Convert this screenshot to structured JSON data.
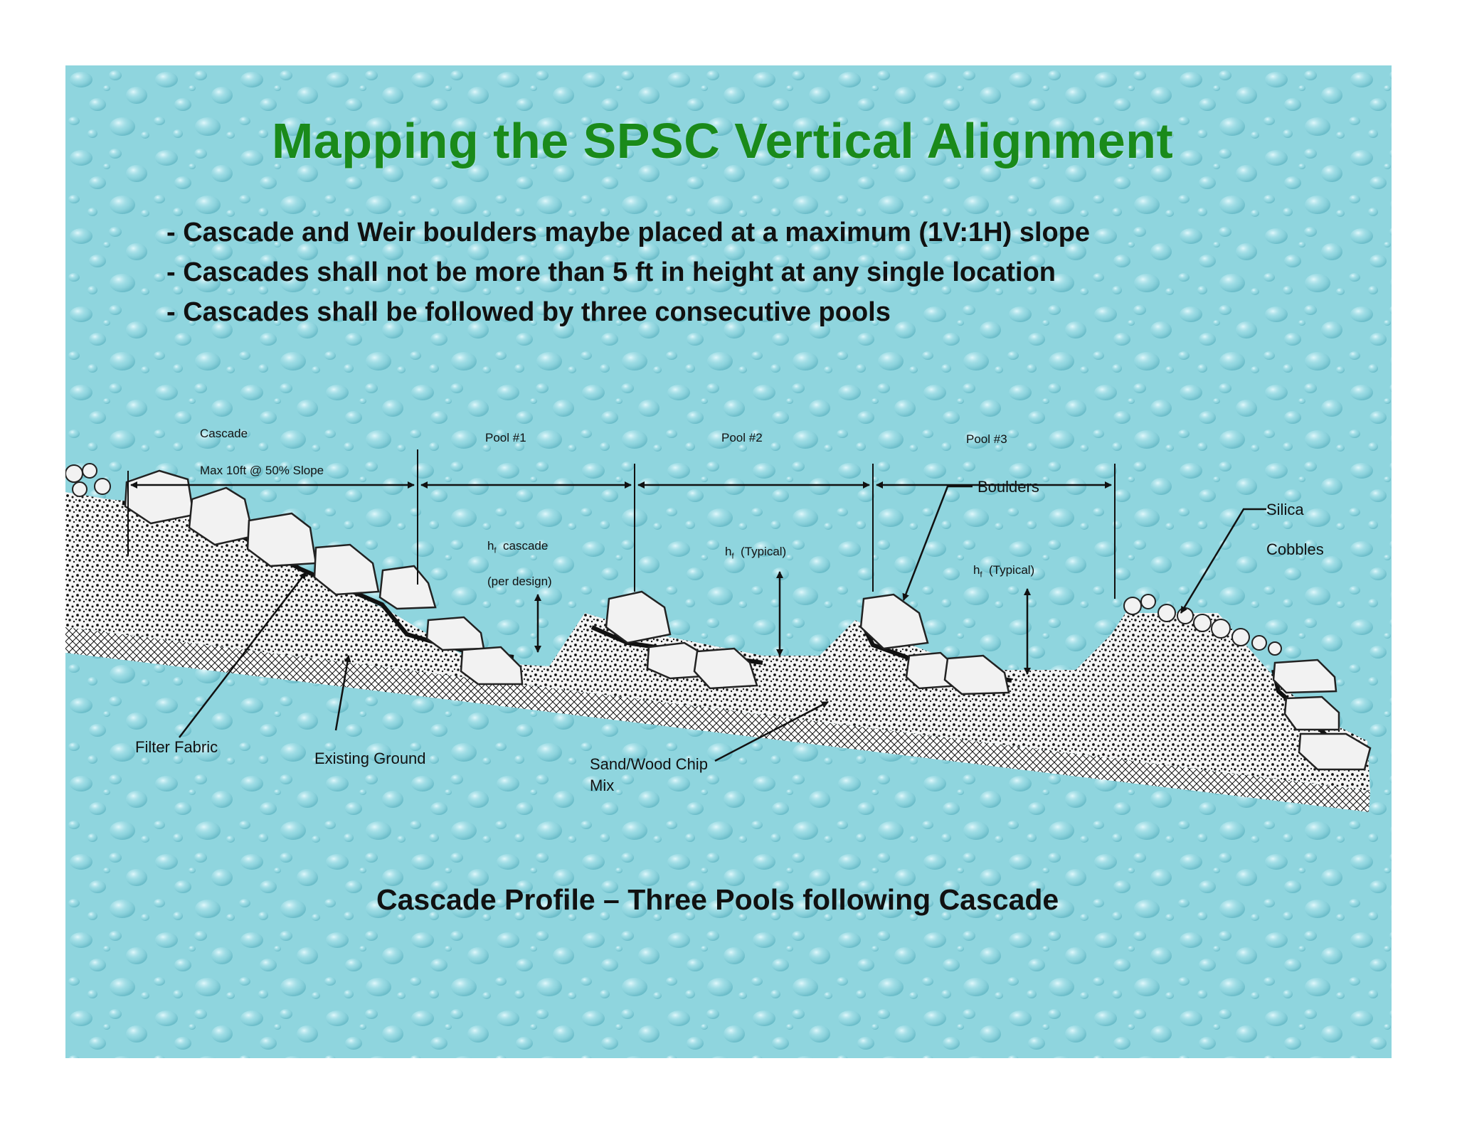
{
  "title": "Mapping the SPSC Vertical Alignment",
  "bullets": [
    "- Cascade and Weir boulders maybe placed at a maximum (1V:1H) slope",
    "- Cascades shall not be more than 5 ft in height at any single location",
    "- Cascades shall be followed by three consecutive pools"
  ],
  "diagram": {
    "dimensions": {
      "cascade": "Cascade",
      "cascade_note": "Max 10ft @ 50% Slope",
      "pool1": "Pool #1",
      "pool2": "Pool #2",
      "pool3": "Pool #3"
    },
    "heights": {
      "hf": "h",
      "hf_sub": "f",
      "cascade_label": "cascade",
      "cascade_note": "(per design)",
      "typical": "(Typical)"
    },
    "callouts": {
      "boulders": "Boulders",
      "silica": "Silica",
      "cobbles": "Cobbles",
      "filter_fabric": "Filter Fabric",
      "existing_ground": "Existing Ground",
      "sand_mix_line1": "Sand/Wood Chip",
      "sand_mix_line2": "Mix"
    }
  },
  "caption": "Cascade Profile – Three Pools following Cascade",
  "colors": {
    "background": "#8fd6df",
    "title": "#1a8a1a",
    "text": "#111111",
    "boulder": "#f2f2f2"
  }
}
